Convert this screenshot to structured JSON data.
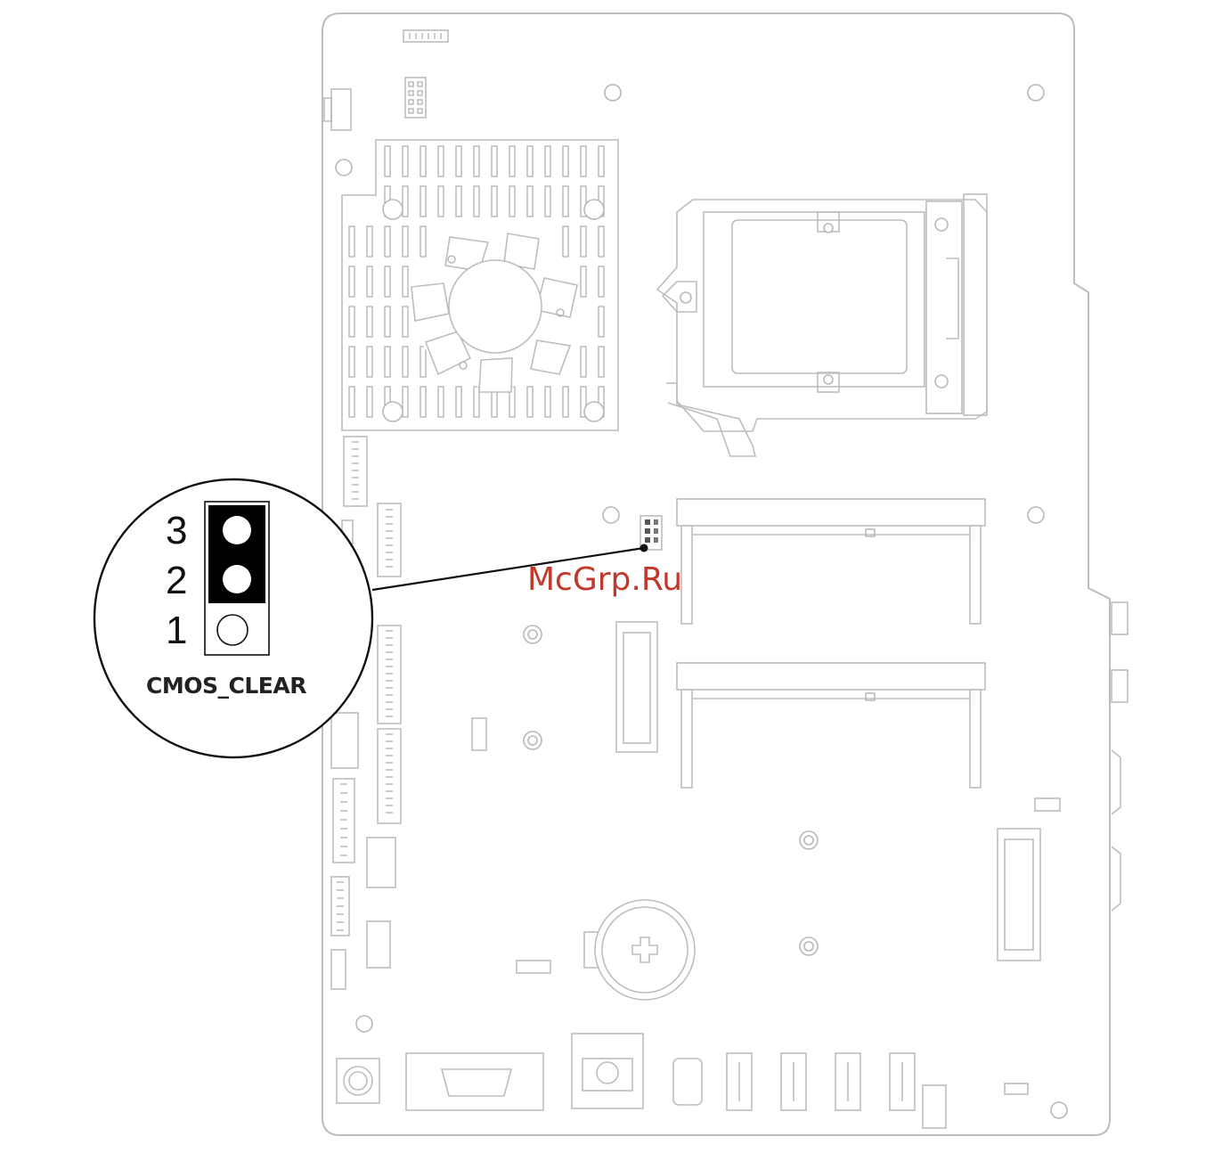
{
  "callout": {
    "pin3": "3",
    "pin2": "2",
    "pin1": "1",
    "caption": "CMOS_CLEAR"
  },
  "watermark": "McGrp.Ru",
  "colors": {
    "outline": "#bdbdbd",
    "ink": "#111111",
    "watermark": "#c0392b"
  }
}
